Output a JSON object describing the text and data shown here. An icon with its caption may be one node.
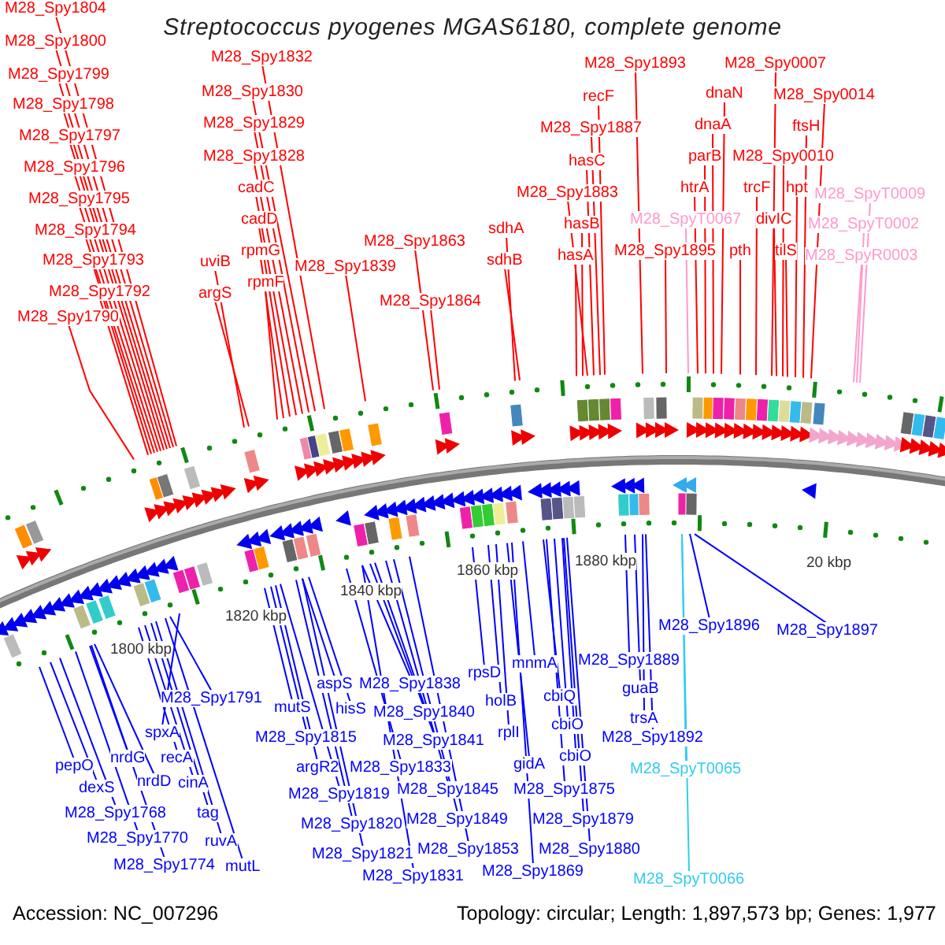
{
  "diagram": {
    "title": "Streptococcus pyogenes MGAS6180, complete genome",
    "nodes": [
      {
        "text": [
          "M28_Spy1804"
        ]
      },
      {
        "text": [
          "M28_Spy1800"
        ]
      },
      {
        "text": [
          "M28_Spy1799"
        ]
      },
      {
        "text": [
          "M28_Spy1798"
        ]
      },
      {
        "text": [
          "M28_Spy1797"
        ]
      },
      {
        "text": [
          "M28_Spy1796"
        ]
      },
      {
        "text": [
          "M28_Spy1795"
        ]
      },
      {
        "text": [
          "M28_Spy1794"
        ]
      },
      {
        "text": [
          "M28_Spy1793"
        ]
      },
      {
        "text": [
          "M28_Spy1792"
        ]
      },
      {
        "text": [
          "M28_Spy1790"
        ]
      },
      {
        "text": [
          "M28_Spy1832"
        ]
      },
      {
        "text": [
          "M28_Spy1830"
        ]
      },
      {
        "text": [
          "M28_Spy1829"
        ]
      },
      {
        "text": [
          "M28_Spy1828"
        ]
      },
      {
        "text": [
          "cadC"
        ]
      },
      {
        "text": [
          "cadD"
        ]
      },
      {
        "text": [
          "rpmG"
        ]
      },
      {
        "text": [
          "rpmF"
        ]
      },
      {
        "text": [
          "uviB"
        ]
      },
      {
        "text": [
          "argS"
        ]
      },
      {
        "text": [
          "M28_Spy1839"
        ]
      },
      {
        "text": [
          "M28_Spy1863"
        ]
      },
      {
        "text": [
          "M28_Spy1864"
        ]
      },
      {
        "text": [
          "M28_Spy1893"
        ]
      },
      {
        "text": [
          "M28_Spy0007"
        ]
      },
      {
        "text": [
          "recF"
        ]
      },
      {
        "text": [
          "dnaN"
        ]
      },
      {
        "text": [
          "M28_Spy0014"
        ]
      },
      {
        "text": [
          "M28_Spy1887"
        ]
      },
      {
        "text": [
          "dnaA"
        ]
      },
      {
        "text": [
          "ftsH"
        ]
      },
      {
        "text": [
          "hasC"
        ]
      },
      {
        "text": [
          "parB"
        ]
      },
      {
        "text": [
          "M28_Spy0010"
        ]
      },
      {
        "text": [
          "M28_Spy1883"
        ]
      },
      {
        "text": [
          "htrA"
        ]
      },
      {
        "text": [
          "trcF"
        ]
      },
      {
        "text": [
          "hpt"
        ]
      },
      {
        "text": [
          "M28_SpyT0009"
        ]
      },
      {
        "text": [
          "sdhA"
        ]
      },
      {
        "text": [
          "hasB"
        ]
      },
      {
        "text": [
          "M28_SpyT0067"
        ]
      },
      {
        "text": [
          "divIC"
        ]
      },
      {
        "text": [
          "M28_SpyT0002"
        ]
      },
      {
        "text": [
          "sdhB"
        ]
      },
      {
        "text": [
          "hasA"
        ]
      },
      {
        "text": [
          "M28_Spy1895"
        ]
      },
      {
        "text": [
          "pth"
        ]
      },
      {
        "text": [
          "tilS"
        ]
      },
      {
        "text": [
          "M28_SpyR0003"
        ]
      },
      {
        "text": [
          "M28_Spy1896"
        ]
      },
      {
        "text": [
          "M28_Spy1897"
        ]
      },
      {
        "text": [
          "M28_Spy1889"
        ]
      },
      {
        "text": [
          "mnmA"
        ]
      },
      {
        "text": [
          "rpsD"
        ]
      },
      {
        "text": [
          "aspS"
        ]
      },
      {
        "text": [
          "M28_Spy1838"
        ]
      },
      {
        "text": [
          "guaB"
        ]
      },
      {
        "text": [
          "cbiQ"
        ]
      },
      {
        "text": [
          "M28_Spy1791"
        ]
      },
      {
        "text": [
          "holB"
        ]
      },
      {
        "text": [
          "mutS"
        ]
      },
      {
        "text": [
          "hisS"
        ]
      },
      {
        "text": [
          "M28_Spy1840"
        ]
      },
      {
        "text": [
          "trsA"
        ]
      },
      {
        "text": [
          "cbiO"
        ]
      },
      {
        "text": [
          "spxA"
        ]
      },
      {
        "text": [
          "rplI"
        ]
      },
      {
        "text": [
          "M28_Spy1815"
        ]
      },
      {
        "text": [
          "M28_Spy1892"
        ]
      },
      {
        "text": [
          "M28_Spy1841"
        ]
      },
      {
        "text": [
          "cbiO"
        ]
      },
      {
        "text": [
          "nrdG"
        ]
      },
      {
        "text": [
          "recA"
        ]
      },
      {
        "text": [
          "pepO"
        ]
      },
      {
        "text": [
          "gidA"
        ]
      },
      {
        "text": [
          "argR2"
        ]
      },
      {
        "text": [
          "M28_Spy1833"
        ]
      },
      {
        "text": [
          "M28_SpyT0065"
        ]
      },
      {
        "text": [
          "nrdD"
        ]
      },
      {
        "text": [
          "cinA"
        ]
      },
      {
        "text": [
          "dexS"
        ]
      },
      {
        "text": [
          "M28_Spy1845"
        ]
      },
      {
        "text": [
          "M28_Spy1875"
        ]
      },
      {
        "text": [
          "M28_Spy1819"
        ]
      },
      {
        "text": [
          "M28_Spy1768"
        ]
      },
      {
        "text": [
          "tag"
        ]
      },
      {
        "text": [
          "M28_Spy1849"
        ]
      },
      {
        "text": [
          "M28_Spy1879"
        ]
      },
      {
        "text": [
          "M28_Spy1820"
        ]
      },
      {
        "text": [
          "M28_Spy1770"
        ]
      },
      {
        "text": [
          "ruvA"
        ]
      },
      {
        "text": [
          "M28_Spy1880"
        ]
      },
      {
        "text": [
          "M28_Spy1853"
        ]
      },
      {
        "text": [
          "M28_Spy1821"
        ]
      },
      {
        "text": [
          "M28_Spy1774"
        ]
      },
      {
        "text": [
          "mutL"
        ]
      },
      {
        "text": [
          "M28_Spy1869"
        ]
      },
      {
        "text": [
          "M28_Spy1831"
        ]
      },
      {
        "text": [
          "M28_SpyT0066"
        ]
      }
    ],
    "edges": [
      {
        "from": 0,
        "to": null,
        "arrow": "none",
        "color": "#ff0000"
      },
      {
        "from": 1,
        "to": null,
        "arrow": "none",
        "color": "#ff0000"
      },
      {
        "from": 2,
        "to": null,
        "arrow": "none",
        "color": "#ff0000"
      },
      {
        "from": 3,
        "to": null,
        "arrow": "none",
        "color": "#ff0000"
      },
      {
        "from": 4,
        "to": null,
        "arrow": "none",
        "color": "#ff0000"
      },
      {
        "from": 5,
        "to": null,
        "arrow": "none",
        "color": "#ff0000"
      },
      {
        "from": 6,
        "to": null,
        "arrow": "none",
        "color": "#ff0000"
      },
      {
        "from": 7,
        "to": null,
        "arrow": "none",
        "color": "#ff0000"
      },
      {
        "from": 8,
        "to": null,
        "arrow": "none",
        "color": "#ff0000"
      },
      {
        "from": 9,
        "to": null,
        "arrow": "none",
        "color": "#ff0000"
      },
      {
        "from": 10,
        "to": null,
        "arrow": "none",
        "color": "#ff0000"
      },
      {
        "from": 11,
        "to": null,
        "arrow": "none",
        "color": "#ff0000"
      },
      {
        "from": 12,
        "to": null,
        "arrow": "none",
        "color": "#ff0000"
      },
      {
        "from": 13,
        "to": null,
        "arrow": "none",
        "color": "#ff0000"
      },
      {
        "from": 14,
        "to": null,
        "arrow": "none",
        "color": "#ff0000"
      },
      {
        "from": 15,
        "to": null,
        "arrow": "none",
        "color": "#ff0000"
      },
      {
        "from": 16,
        "to": null,
        "arrow": "none",
        "color": "#ff0000"
      },
      {
        "from": 17,
        "to": null,
        "arrow": "none",
        "color": "#ff0000"
      },
      {
        "from": 18,
        "to": null,
        "arrow": "none",
        "color": "#ff0000"
      },
      {
        "from": 19,
        "to": null,
        "arrow": "none",
        "color": "#ff0000"
      },
      {
        "from": 20,
        "to": null,
        "arrow": "none",
        "color": "#ff0000"
      },
      {
        "from": 21,
        "to": null,
        "arrow": "none",
        "color": "#ff0000"
      },
      {
        "from": 22,
        "to": null,
        "arrow": "none",
        "color": "#ff0000"
      },
      {
        "from": 23,
        "to": null,
        "arrow": "none",
        "color": "#ff0000"
      },
      {
        "from": 24,
        "to": null,
        "arrow": "none",
        "color": "#ff0000"
      },
      {
        "from": 25,
        "to": null,
        "arrow": "none",
        "color": "#ff0000"
      },
      {
        "from": 26,
        "to": null,
        "arrow": "none",
        "color": "#ff0000"
      },
      {
        "from": 27,
        "to": null,
        "arrow": "none",
        "color": "#ff0000"
      },
      {
        "from": 28,
        "to": null,
        "arrow": "none",
        "color": "#ff0000"
      },
      {
        "from": 29,
        "to": null,
        "arrow": "none",
        "color": "#ff0000"
      },
      {
        "from": 30,
        "to": null,
        "arrow": "none",
        "color": "#ff0000"
      },
      {
        "from": 31,
        "to": null,
        "arrow": "none",
        "color": "#ff0000"
      },
      {
        "from": 32,
        "to": null,
        "arrow": "none",
        "color": "#ff0000"
      },
      {
        "from": 33,
        "to": null,
        "arrow": "none",
        "color": "#ff0000"
      },
      {
        "from": 34,
        "to": null,
        "arrow": "none",
        "color": "#ff0000"
      },
      {
        "from": 35,
        "to": null,
        "arrow": "none",
        "color": "#ff0000"
      },
      {
        "from": 36,
        "to": null,
        "arrow": "none",
        "color": "#ff0000"
      },
      {
        "from": 37,
        "to": null,
        "arrow": "none",
        "color": "#ff0000"
      },
      {
        "from": 38,
        "to": null,
        "arrow": "none",
        "color": "#ff0000"
      },
      {
        "from": 39,
        "to": null,
        "arrow": "none",
        "color": "#ff99cc"
      },
      {
        "from": 40,
        "to": null,
        "arrow": "none",
        "color": "#ff0000"
      },
      {
        "from": 41,
        "to": null,
        "arrow": "none",
        "color": "#ff0000"
      },
      {
        "from": 42,
        "to": null,
        "arrow": "none",
        "color": "#ff99cc"
      },
      {
        "from": 43,
        "to": null,
        "arrow": "none",
        "color": "#ff0000"
      },
      {
        "from": 44,
        "to": null,
        "arrow": "none",
        "color": "#ff99cc"
      },
      {
        "from": 45,
        "to": null,
        "arrow": "none",
        "color": "#ff0000"
      },
      {
        "from": 46,
        "to": null,
        "arrow": "none",
        "color": "#ff0000"
      },
      {
        "from": 47,
        "to": null,
        "arrow": "none",
        "color": "#ff0000"
      },
      {
        "from": 48,
        "to": null,
        "arrow": "none",
        "color": "#ff0000"
      },
      {
        "from": 49,
        "to": null,
        "arrow": "none",
        "color": "#ff0000"
      },
      {
        "from": 50,
        "to": null,
        "arrow": "none",
        "color": "#ff99cc"
      },
      {
        "from": 51,
        "to": null,
        "arrow": "none",
        "color": "#0000ff"
      },
      {
        "from": 52,
        "to": null,
        "arrow": "none",
        "color": "#0000ff"
      },
      {
        "from": 53,
        "to": null,
        "arrow": "none",
        "color": "#0000ff"
      },
      {
        "from": 54,
        "to": null,
        "arrow": "none",
        "color": "#0000ff"
      },
      {
        "from": 55,
        "to": null,
        "arrow": "none",
        "color": "#0000ff"
      },
      {
        "from": 56,
        "to": null,
        "arrow": "none",
        "color": "#0000ff"
      },
      {
        "from": 57,
        "to": null,
        "arrow": "none",
        "color": "#0000ff"
      },
      {
        "from": 58,
        "to": null,
        "arrow": "none",
        "color": "#0000ff"
      },
      {
        "from": 59,
        "to": null,
        "arrow": "none",
        "color": "#0000ff"
      },
      {
        "from": 60,
        "to": null,
        "arrow": "none",
        "color": "#0000ff"
      },
      {
        "from": 61,
        "to": null,
        "arrow": "none",
        "color": "#0000ff"
      },
      {
        "from": 62,
        "to": null,
        "arrow": "none",
        "color": "#0000ff"
      },
      {
        "from": 63,
        "to": null,
        "arrow": "none",
        "color": "#0000ff"
      },
      {
        "from": 64,
        "to": null,
        "arrow": "none",
        "color": "#0000ff"
      },
      {
        "from": 65,
        "to": null,
        "arrow": "none",
        "color": "#0000ff"
      },
      {
        "from": 66,
        "to": null,
        "arrow": "none",
        "color": "#0000ff"
      },
      {
        "from": 67,
        "to": null,
        "arrow": "none",
        "color": "#0000ff"
      },
      {
        "from": 68,
        "to": null,
        "arrow": "none",
        "color": "#0000ff"
      },
      {
        "from": 69,
        "to": null,
        "arrow": "none",
        "color": "#0000ff"
      },
      {
        "from": 70,
        "to": null,
        "arrow": "none",
        "color": "#0000ff"
      },
      {
        "from": 71,
        "to": null,
        "arrow": "none",
        "color": "#0000ff"
      },
      {
        "from": 72,
        "to": null,
        "arrow": "none",
        "color": "#0000ff"
      },
      {
        "from": 73,
        "to": null,
        "arrow": "none",
        "color": "#0000ff"
      },
      {
        "from": 74,
        "to": null,
        "arrow": "none",
        "color": "#0000ff"
      },
      {
        "from": 75,
        "to": null,
        "arrow": "none",
        "color": "#0000ff"
      },
      {
        "from": 76,
        "to": null,
        "arrow": "none",
        "color": "#0000ff"
      },
      {
        "from": 77,
        "to": null,
        "arrow": "none",
        "color": "#0000ff"
      },
      {
        "from": 78,
        "to": null,
        "arrow": "none",
        "color": "#0000ff"
      },
      {
        "from": 79,
        "to": null,
        "arrow": "none",
        "color": "#33ccee"
      },
      {
        "from": 80,
        "to": null,
        "arrow": "none",
        "color": "#0000ff"
      },
      {
        "from": 81,
        "to": null,
        "arrow": "none",
        "color": "#0000ff"
      },
      {
        "from": 82,
        "to": null,
        "arrow": "none",
        "color": "#0000ff"
      },
      {
        "from": 83,
        "to": null,
        "arrow": "none",
        "color": "#0000ff"
      },
      {
        "from": 84,
        "to": null,
        "arrow": "none",
        "color": "#0000ff"
      },
      {
        "from": 85,
        "to": null,
        "arrow": "none",
        "color": "#0000ff"
      },
      {
        "from": 86,
        "to": null,
        "arrow": "none",
        "color": "#0000ff"
      },
      {
        "from": 87,
        "to": null,
        "arrow": "none",
        "color": "#0000ff"
      },
      {
        "from": 88,
        "to": null,
        "arrow": "none",
        "color": "#0000ff"
      },
      {
        "from": 89,
        "to": null,
        "arrow": "none",
        "color": "#0000ff"
      },
      {
        "from": 90,
        "to": null,
        "arrow": "none",
        "color": "#0000ff"
      },
      {
        "from": 91,
        "to": null,
        "arrow": "none",
        "color": "#0000ff"
      },
      {
        "from": 92,
        "to": null,
        "arrow": "none",
        "color": "#0000ff"
      },
      {
        "from": 93,
        "to": null,
        "arrow": "none",
        "color": "#0000ff"
      },
      {
        "from": 94,
        "to": null,
        "arrow": "none",
        "color": "#0000ff"
      },
      {
        "from": 95,
        "to": null,
        "arrow": "none",
        "color": "#0000ff"
      },
      {
        "from": 96,
        "to": null,
        "arrow": "none",
        "color": "#0000ff"
      },
      {
        "from": 97,
        "to": null,
        "arrow": "none",
        "color": "#0000ff"
      },
      {
        "from": 98,
        "to": null,
        "arrow": "none",
        "color": "#0000ff"
      },
      {
        "from": 99,
        "to": null,
        "arrow": "none",
        "color": "#0000ff"
      },
      {
        "from": 100,
        "to": null,
        "arrow": "none",
        "color": "#33ccee"
      }
    ],
    "labels": [
      "1800 kbp",
      "1820 kbp",
      "1840 kbp",
      "1860 kbp",
      "1880 kbp",
      "20 kbp",
      "Accession: NC_007296",
      "Topology: circular; Length: 1,897,573 bp; Genes: 1,977"
    ]
  }
}
